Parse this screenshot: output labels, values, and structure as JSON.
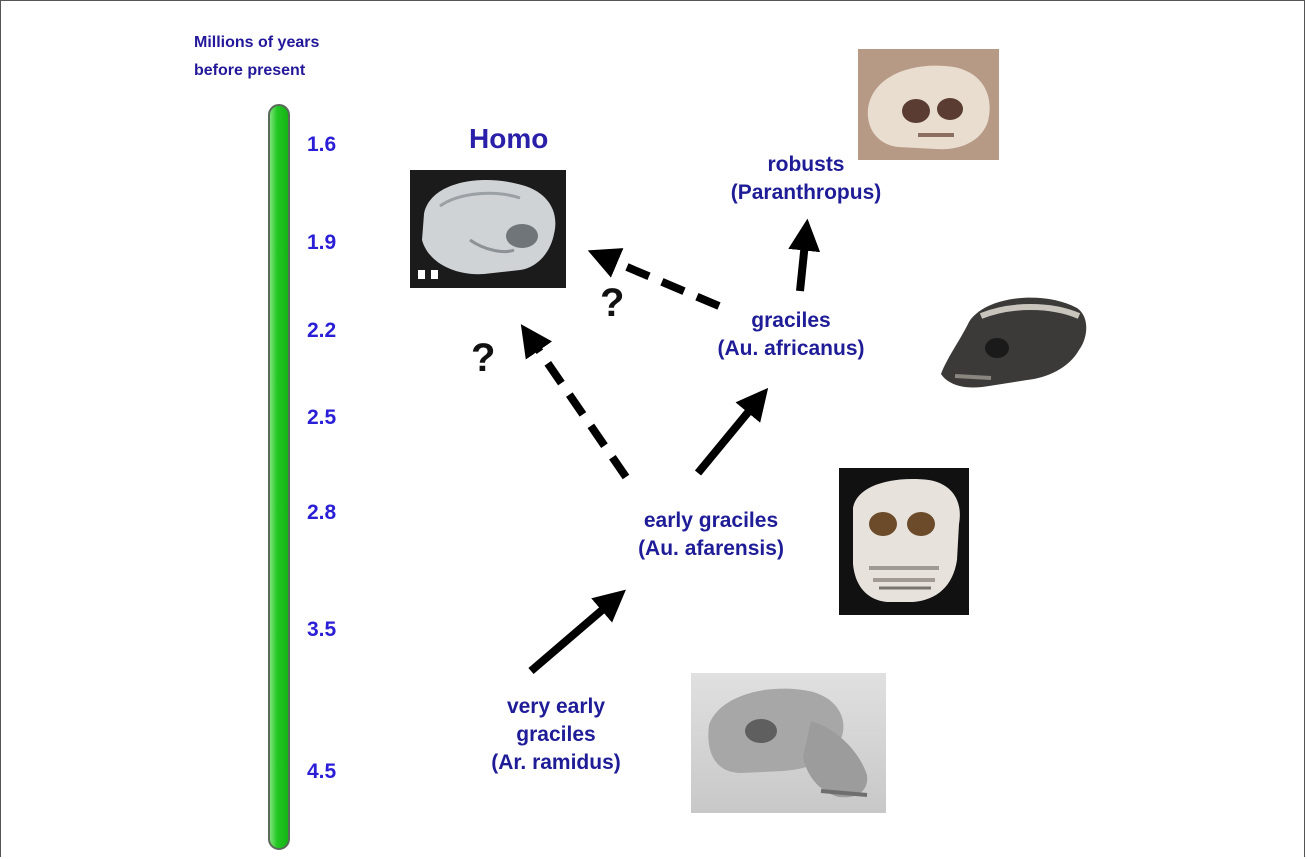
{
  "axis_title_line1": "Millions of years",
  "axis_title_line2": "before present",
  "ticks": [
    "1.6",
    "1.9",
    "2.2",
    "2.5",
    "2.8",
    "3.5",
    "4.5"
  ],
  "nodes": {
    "homo": "Homo",
    "robusts_l1": "robusts",
    "robusts_l2": "(Paranthropus)",
    "graciles_l1": "graciles",
    "graciles_l2": "(Au. africanus)",
    "early_l1": "early graciles",
    "early_l2": "(Au. afarensis)",
    "veryearly_l1": "very early",
    "veryearly_l2": "graciles",
    "veryearly_l3": "(Ar. ramidus)"
  },
  "question_marks": [
    "?",
    "?"
  ],
  "colors": {
    "label": "#1f1c97",
    "tick": "#2a1fd6",
    "timebar": "#22c722"
  }
}
